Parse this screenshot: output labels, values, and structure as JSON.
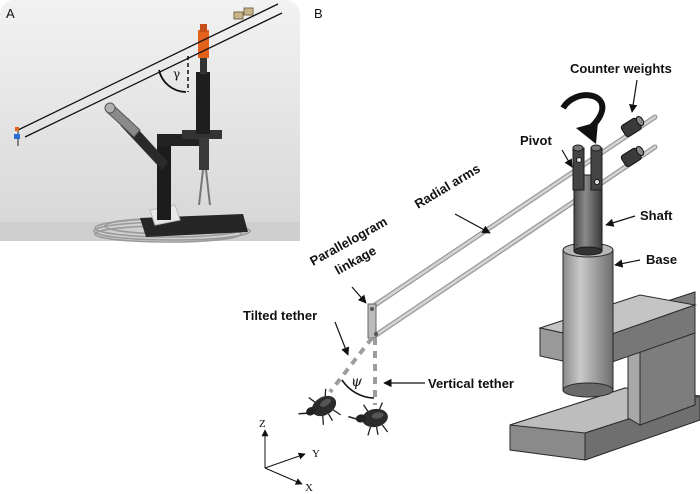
{
  "panels": {
    "a": "A",
    "b": "B"
  },
  "photo": {
    "angle_symbol": "γ"
  },
  "labels": {
    "counter_weights": "Counter weights",
    "pivot": "Pivot",
    "radial_arms": "Radial arms",
    "shaft": "Shaft",
    "base": "Base",
    "parallelogram_line1": "Parallelogram",
    "parallelogram_line2": "linkage",
    "tilted_tether": "Tilted tether",
    "vertical_tether": "Vertical tether",
    "tilt_angle": "ψ"
  },
  "axes": {
    "z": "Z",
    "y": "Y",
    "x": "X"
  }
}
